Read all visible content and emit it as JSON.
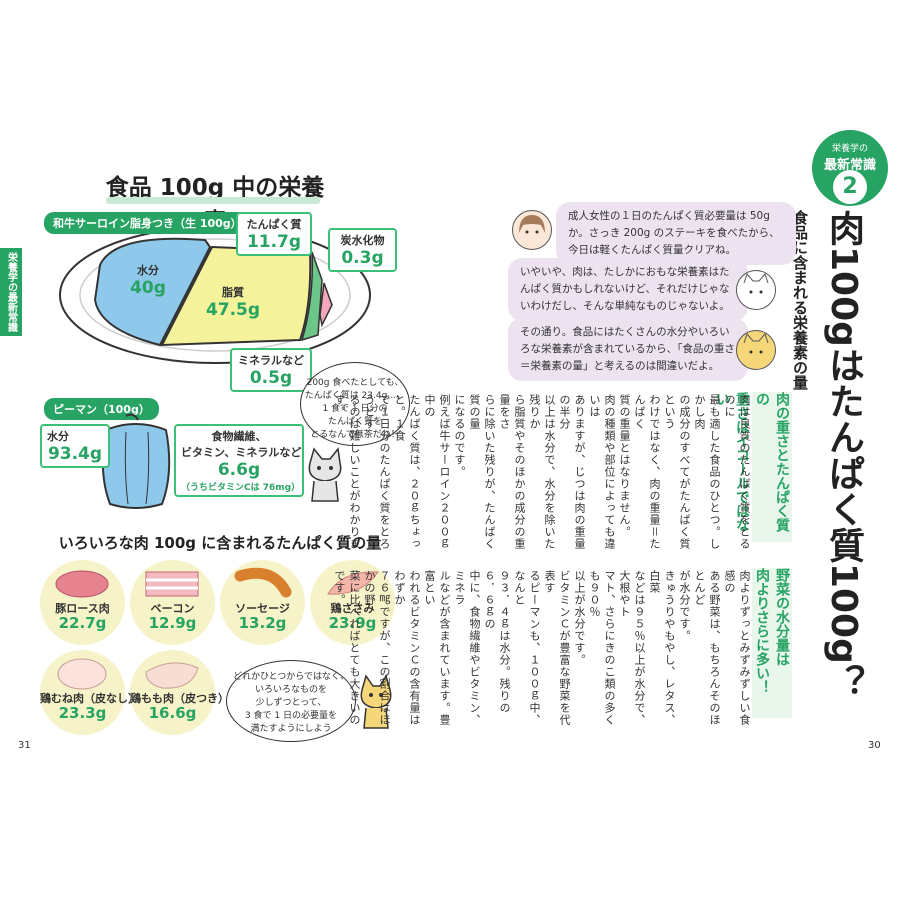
{
  "left": {
    "title": "食品 100g 中の栄養素",
    "beef": {
      "tag": "和牛サーロイン脂身つき（生 100g）",
      "water_label": "水分",
      "water_value": "40g",
      "fat_label": "脂質",
      "fat_value": "47.5g",
      "protein_label": "たんぱく質",
      "protein_value": "11.7g",
      "carb_label": "炭水化物",
      "carb_value": "0.3g",
      "mineral_label": "ミネラルなど",
      "mineral_value": "0.5g"
    },
    "bubble1": [
      "200g 食べたとしても、",
      "たんぱく質は 23.4g…。",
      "1 食で 1 日分の",
      "たんぱく質を",
      "とるなんて無茶だね！"
    ],
    "pepper": {
      "tag": "ピーマン（100g）",
      "water_label": "水分",
      "water_value": "93.4g",
      "fiber_label_1": "食物繊維、",
      "fiber_label_2": "ビタミン、ミネラルなど",
      "fiber_value": "6.6g",
      "fiber_sub": "（うちビタミンCは 76mg）"
    },
    "meat_title": "いろいろな肉 100g に含まれるたんぱく質の量",
    "meats": [
      {
        "label": "豚ロース肉",
        "value": "22.7g"
      },
      {
        "label": "ベーコン",
        "value": "12.9g"
      },
      {
        "label": "ソーセージ",
        "value": "13.2g"
      },
      {
        "label": "鶏ささみ",
        "value": "23.9g"
      },
      {
        "label": "鶏むね肉（皮なし）",
        "value": "23.3g"
      },
      {
        "label": "鶏もも肉（皮つき）",
        "value": "16.6g"
      }
    ],
    "bubble2": [
      "どれかひとつからではなく、",
      "いろいろなものを",
      "少しずつとって、",
      "3 食で 1 日の必要量を",
      "満たすようにしよう"
    ],
    "side_tab": "栄養学の最新常識",
    "page_number": "31"
  },
  "right": {
    "badge_top": "栄養学の",
    "badge_mid": "最新常識",
    "badge_num": "2",
    "title": "肉100gはたんぱく質100g？",
    "subtitle": "食品に含まれる栄養素の量",
    "chat": [
      "成人女性の１日のたんぱく質必要量は 50g か。さっき 200g のステーキを食べたから、今日は軽くたんぱく質量クリアね。",
      "いやいや、肉は、たしかにおもな栄養素はたんぱく質かもしれないけど、それだけじゃないわけだし、そんな単純なものじゃないよ。",
      "その通り。食品にはたくさんの水分やいろいろな栄養素が含まれているから、「食品の重さ＝栄養素の量」と考えるのは間違いだよ。"
    ],
    "col1_head": [
      "肉の重さとたんぱく質の",
      "重さはイコールではない"
    ],
    "col1_body": [
      "肉は良質のたんぱく質をとるのに",
      "最も適した食品のひとつ。しかし肉",
      "の成分のすべてがたんぱく質という",
      "わけではなく、肉の重量＝たんぱく",
      "質の重量とはなりません。",
      "肉の種類や部位によっても違いは",
      "ありますが、じつは肉の重量の半分",
      "以上は水分で、水分を除いた残りか",
      "ら脂質やそのほかの成分の重量をさ",
      "らに除いた残りが、たんぱく質の量",
      "になるのです。",
      "例えば牛サーロイン２００ｇ中の",
      "たんぱく質は、２０ｇちょっと。１食",
      "で１日分のたんぱく質をとろうとす",
      "るのは難しいことがわかります。"
    ],
    "col2_head": [
      "野菜の水分量は",
      "肉よりさらに多い！"
    ],
    "col2_body": [
      "肉よりずっとみずみずしい食感の",
      "ある野菜は、もちろんそのほとんど",
      "が水分です。",
      "きゅうりやもやし、レタス、白菜",
      "などは９５％以上が水分で、大根やト",
      "マト、さらにきのこ類の多くも９０％",
      "以上が水分です。",
      "ビタミンＣが豊富な野菜を代表す",
      "るピーマンも、１００ｇ中、なんと",
      "９３．４ｇは水分。残りの６．６ｇの",
      "中に、食物繊維やビタミン、ミネラ",
      "ルなどが含まれています。豊富とい",
      "われるビタミンＣの含有量はわずか",
      "７６㎎ですが、この割合はほかの野",
      "菜に比べればとても大きいのです。"
    ],
    "page_number": "30"
  },
  "colors": {
    "accent": "#27a463",
    "chat_bg": "#ece2f0",
    "meat_circle": "#f7f3c8",
    "water": "#8ec8ea",
    "fat": "#f4f29a"
  }
}
